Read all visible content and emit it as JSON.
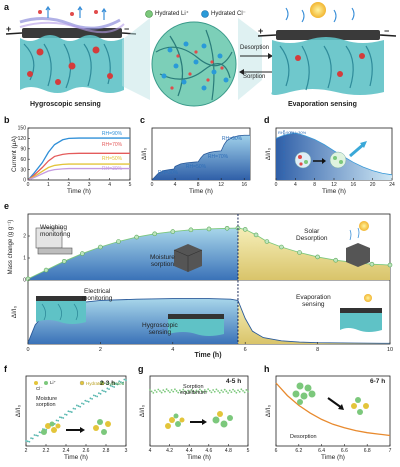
{
  "panels": {
    "a": {
      "label": "a",
      "left_caption": "Hygroscopic sensing",
      "right_caption": "Evaporation sensing",
      "legend_li": "Hydrated Li⁺",
      "legend_cl": "Hydrated Cl⁻",
      "arrow_top": "Desorption",
      "arrow_bottom": "Sorption",
      "plus": "+",
      "minus": "−"
    },
    "b": {
      "label": "b"
    },
    "c": {
      "label": "c"
    },
    "d": {
      "label": "d"
    },
    "e": {
      "label": "e",
      "weighing": "Weighing\nmonitoring",
      "moisture_sorption": "Moisture\nsorption",
      "solar_desorption": "Solar\nDesorption",
      "electrical": "Electrical\nmonitoring",
      "hygroscopic": "Hygroscopic\nsensing",
      "evaporation": "Evaporation\nsensing"
    },
    "f": {
      "label": "f",
      "range": "2-3 h",
      "note": "Moisture\nsorption",
      "legend_li": "Li⁺",
      "legend_cl": "Cl⁻",
      "legend_hydrated1": "Hydrated",
      "legend_hydrated2": "Hydrated"
    },
    "g": {
      "label": "g",
      "range": "4-5 h",
      "note": "Sorption\nequilibrium"
    },
    "h": {
      "label": "h",
      "range": "6-7 h",
      "note": "Desorption"
    }
  },
  "colors": {
    "blue": "#2f6fb8",
    "teal": "#6fc7c7",
    "green": "#7cc87c",
    "red": "#e45b5b",
    "orange": "#e88a2e",
    "yellow": "#e3c53a",
    "purple": "#c59be0",
    "sky": "#5aa9e6"
  },
  "chart_data": [
    {
      "panel": "b",
      "type": "line",
      "xlabel": "Time (h)",
      "ylabel": "Current (μA)",
      "xlim": [
        0,
        5
      ],
      "ylim": [
        0,
        150
      ],
      "xticks": [
        0,
        1,
        2,
        3,
        4,
        5
      ],
      "yticks": [
        0,
        30,
        60,
        90,
        120,
        150
      ],
      "series": [
        {
          "name": "RH=90%",
          "color": "#2f8fd8",
          "x": [
            0,
            0.3,
            0.7,
            1.0,
            1.3,
            1.7,
            2.0,
            2.5,
            3,
            4,
            5
          ],
          "y": [
            0,
            20,
            50,
            80,
            102,
            116,
            120,
            121,
            121,
            121,
            121
          ]
        },
        {
          "name": "RH=70%",
          "color": "#e45b5b",
          "x": [
            0,
            0.3,
            0.7,
            1.0,
            1.3,
            1.7,
            2.0,
            2.5,
            3,
            4,
            5
          ],
          "y": [
            0,
            14,
            36,
            55,
            68,
            74,
            76,
            77,
            77,
            77,
            77
          ]
        },
        {
          "name": "RH=50%",
          "color": "#e3c53a",
          "x": [
            0,
            0.3,
            0.7,
            1.0,
            1.3,
            1.7,
            2.0,
            2.5,
            3,
            4,
            5
          ],
          "y": [
            0,
            10,
            25,
            36,
            42,
            45,
            46,
            46,
            46,
            46,
            46
          ]
        },
        {
          "name": "RH=30%",
          "color": "#c59be0",
          "x": [
            0,
            0.3,
            0.7,
            1.0,
            1.3,
            1.7,
            2.0,
            2.5,
            3,
            4,
            5
          ],
          "y": [
            0,
            7,
            18,
            26,
            30,
            32,
            33,
            33,
            33,
            33,
            33
          ]
        }
      ]
    },
    {
      "panel": "c",
      "type": "area",
      "xlabel": "Time (h)",
      "ylabel": "ΔI/I₀",
      "xlim": [
        0,
        17
      ],
      "ylim": [
        0,
        10
      ],
      "xticks": [
        0,
        4,
        8,
        12,
        16
      ],
      "labels": [
        "RH=30%",
        "RH=50%",
        "RH=70%",
        "RH=90%"
      ],
      "x": [
        0,
        1,
        2,
        3,
        3.8,
        4,
        5,
        6,
        7,
        8,
        8.5,
        9,
        10,
        11,
        12,
        12.5,
        13,
        14,
        15,
        16,
        17
      ],
      "y": [
        0,
        1.2,
        1.8,
        2.0,
        2.1,
        2.6,
        3.1,
        3.3,
        3.4,
        3.5,
        4.3,
        4.9,
        5.3,
        5.5,
        5.6,
        6.8,
        7.6,
        8.2,
        8.5,
        8.6,
        8.6
      ]
    },
    {
      "panel": "d",
      "type": "area",
      "xlabel": "Time (h)",
      "ylabel": "ΔI/I₀",
      "xlim": [
        0,
        24
      ],
      "ylim": [
        0,
        10
      ],
      "xticks": [
        0,
        4,
        8,
        12,
        16,
        20,
        24
      ],
      "labels": [
        "RH=90%",
        "RH=30%"
      ],
      "x": [
        0,
        1,
        2,
        3,
        4,
        5,
        6,
        8,
        10,
        12,
        14,
        16,
        18,
        20,
        22,
        24
      ],
      "y": [
        8.0,
        8.4,
        8.7,
        8.9,
        9.0,
        8.8,
        8.5,
        7.8,
        6.8,
        5.6,
        4.5,
        3.4,
        2.5,
        1.8,
        1.3,
        1.0
      ]
    },
    {
      "panel": "e",
      "type": "area",
      "xlabel": "Time (h)",
      "ylabel": "Mass change (g g⁻¹)",
      "xlim": [
        0,
        10
      ],
      "ylim": [
        0,
        3
      ],
      "xticks": [
        0,
        2,
        4,
        6,
        8,
        10
      ],
      "yticks": [
        0,
        1,
        2
      ],
      "x": [
        0,
        0.5,
        1,
        1.5,
        2,
        2.5,
        3,
        3.5,
        4,
        4.5,
        5,
        5.5,
        5.8,
        6,
        6.3,
        6.6,
        7,
        7.5,
        8,
        8.5,
        9,
        9.5,
        10
      ],
      "y": [
        0.05,
        0.45,
        0.85,
        1.2,
        1.5,
        1.75,
        1.95,
        2.1,
        2.2,
        2.28,
        2.32,
        2.35,
        2.36,
        2.3,
        2.05,
        1.75,
        1.5,
        1.25,
        1.05,
        0.9,
        0.8,
        0.72,
        0.68
      ],
      "transition_h": 5.8
    },
    {
      "panel": "e",
      "type": "area",
      "xlabel": "Time (h)",
      "ylabel": "ΔI/I₀",
      "xlim": [
        0,
        10
      ],
      "ylim": [
        0,
        10
      ],
      "xticks": [
        0,
        2,
        4,
        6,
        8,
        10
      ],
      "x": [
        0,
        0.2,
        0.5,
        1,
        2,
        3,
        4,
        5,
        5.6,
        5.8,
        6.0,
        6.2,
        6.5,
        7,
        7.5,
        8,
        9,
        10
      ],
      "y": [
        0.2,
        3.0,
        5.0,
        6.2,
        6.8,
        7.0,
        7.1,
        7.1,
        7.0,
        6.8,
        4.0,
        2.0,
        1.0,
        0.5,
        0.3,
        0.2,
        0.15,
        0.1
      ],
      "transition_h": 5.8
    },
    {
      "panel": "f",
      "type": "scatter",
      "xlabel": "Time (h)",
      "ylabel": "ΔI/I₀",
      "xlim": [
        2.0,
        3.0
      ],
      "xticks": [
        2.0,
        2.2,
        2.4,
        2.6,
        2.8,
        3.0
      ],
      "x": [
        2.0,
        2.1,
        2.2,
        2.3,
        2.4,
        2.5,
        2.6,
        2.7,
        2.8,
        2.9,
        3.0
      ],
      "y": [
        0.05,
        0.15,
        0.25,
        0.35,
        0.45,
        0.55,
        0.63,
        0.72,
        0.8,
        0.88,
        0.95
      ]
    },
    {
      "panel": "g",
      "type": "scatter",
      "xlabel": "Time (h)",
      "ylabel": "ΔI/I₀",
      "xlim": [
        4.0,
        5.0
      ],
      "xticks": [
        4.0,
        4.2,
        4.4,
        4.6,
        4.8,
        5.0
      ],
      "x": [
        4.0,
        4.2,
        4.4,
        4.6,
        4.8,
        5.0
      ],
      "y": [
        0.78,
        0.79,
        0.78,
        0.79,
        0.78,
        0.79
      ]
    },
    {
      "panel": "h",
      "type": "line",
      "xlabel": "Time (h)",
      "ylabel": "ΔI/I₀",
      "xlim": [
        6.0,
        7.0
      ],
      "xticks": [
        6.0,
        6.2,
        6.4,
        6.6,
        6.8,
        7.0
      ],
      "x": [
        6.0,
        6.1,
        6.2,
        6.3,
        6.4,
        6.5,
        6.6,
        6.7,
        6.8,
        6.9,
        7.0
      ],
      "y": [
        0.9,
        0.72,
        0.58,
        0.47,
        0.38,
        0.31,
        0.26,
        0.22,
        0.19,
        0.17,
        0.15
      ]
    }
  ]
}
